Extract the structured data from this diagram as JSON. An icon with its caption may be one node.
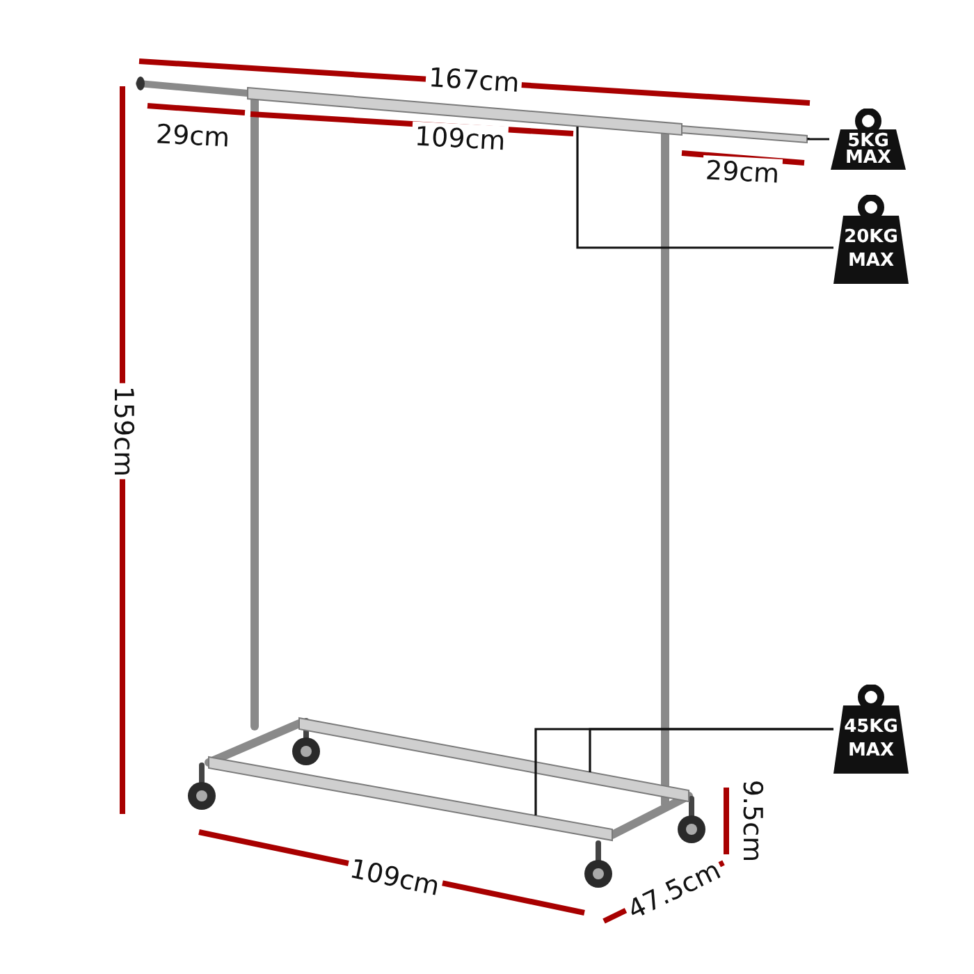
{
  "diagram": {
    "nodes": [
      {
        "text": [
          "5KG MAX"
        ]
      },
      {
        "text": [],
        "shape": "bar"
      },
      {
        "text": [
          "20KG MAX"
        ]
      },
      {
        "text": [],
        "shape": "bar"
      },
      {
        "text": [
          "45KG MAX"
        ]
      },
      {
        "text": [],
        "shape": "bar"
      },
      {
        "text": [],
        "shape": "bar"
      }
    ],
    "edges": [
      {
        "from": 0,
        "to": 1,
        "arrow": "none"
      },
      {
        "from": 2,
        "to": 3,
        "arrow": "none"
      },
      {
        "from": 4,
        "to": 5,
        "arrow": "none"
      },
      {
        "from": 4,
        "to": 6,
        "arrow": "none"
      }
    ],
    "labels": [
      "167cm",
      "29cm",
      "109cm",
      "29cm",
      "159cm",
      "9.5cm",
      "109cm",
      "47.5cm"
    ]
  }
}
